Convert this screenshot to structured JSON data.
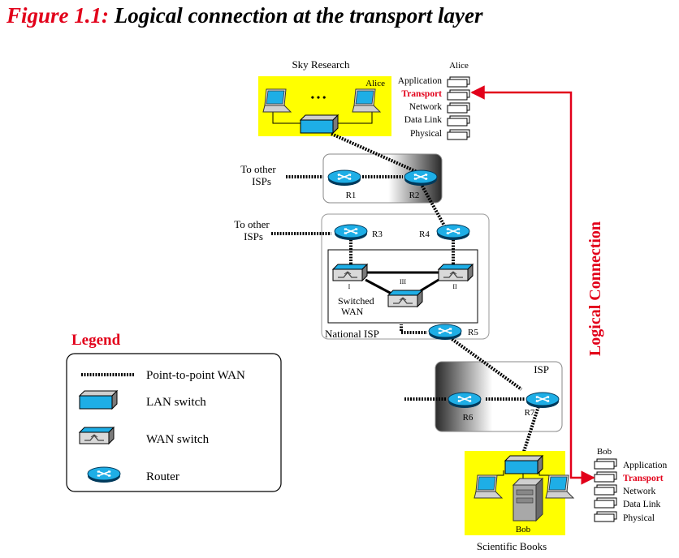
{
  "figure": {
    "number": "Figure 1.1:",
    "title": "Logical connection at the transport layer"
  },
  "sites": {
    "sky_research": {
      "label": "Sky Research",
      "host_label": "Alice",
      "dots": "• • •"
    },
    "scientific_books": {
      "label": "Scientific Books",
      "host_label": "Bob"
    }
  },
  "to_other_isps_1": {
    "line1": "To other",
    "line2": "ISPs"
  },
  "to_other_isps_2": {
    "line1": "To other",
    "line2": "ISPs"
  },
  "routers": {
    "r1": "R1",
    "r2": "R2",
    "r3": "R3",
    "r4": "R4",
    "r5": "R5",
    "r6": "R6",
    "r7": "R7"
  },
  "wan_switches": {
    "s1": "I",
    "s2": "II",
    "s3": "III"
  },
  "switched_wan": {
    "line1": "Switched",
    "line2": "WAN"
  },
  "national_isp": "National ISP",
  "isp": "ISP",
  "stacks": {
    "alice": {
      "title": "Alice",
      "layers": [
        "Application",
        "Transport",
        "Network",
        "Data Link",
        "Physical"
      ]
    },
    "bob": {
      "title": "Bob",
      "layers": [
        "Application",
        "Transport",
        "Network",
        "Data Link",
        "Physical"
      ]
    }
  },
  "logical_connection": "Logical Connection",
  "legend": {
    "title": "Legend",
    "items": [
      "Point-to-point WAN",
      "LAN switch",
      "WAN switch",
      "Router"
    ]
  },
  "colors": {
    "accent_red": "#e2001a",
    "highlight_yellow": "#ffff00",
    "device_blue": "#1eaee6"
  }
}
